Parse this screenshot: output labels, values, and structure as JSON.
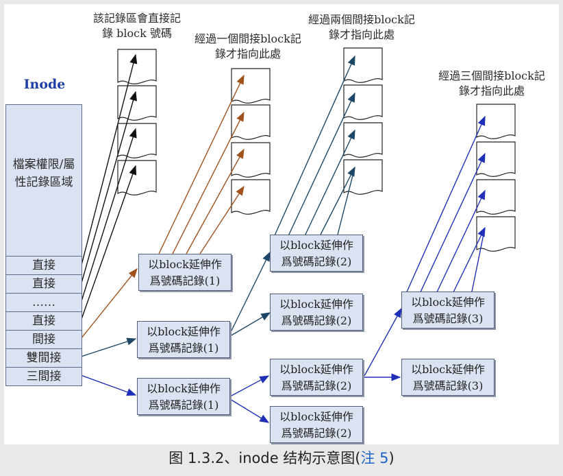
{
  "labels": {
    "direct_blocks": [
      "該記錄區會直接記",
      "錄 block 號碼"
    ],
    "single_indirect": [
      "經過一個間接block記",
      "錄才指向此處"
    ],
    "double_indirect": [
      "經過兩個間接block記",
      "錄才指向此處"
    ],
    "triple_indirect": [
      "經過三個間接block記",
      "錄才指向此處"
    ]
  },
  "inode": {
    "title": "Inode",
    "attr_area": "檔案權限/屬性記錄區域",
    "slots": [
      "直接",
      "直接",
      "……",
      "直接",
      "間接",
      "雙間接",
      "三間接"
    ]
  },
  "record_line1": "以block延伸作",
  "records": {
    "r1": "爲號碼記錄(1)",
    "r2": "爲號碼記錄(1)",
    "r3": "爲號碼記錄(1)",
    "r4": "爲號碼記錄(2)",
    "r5": "爲號碼記錄(2)",
    "r6": "爲號碼記錄(2)",
    "r7": "爲號碼記錄(2)",
    "r8": "爲號碼記錄(3)",
    "r9": "爲號碼記錄(3)"
  },
  "caption": {
    "text": "图 1.3.2、inode 结构示意图(",
    "note": "注 5",
    "close": ")"
  },
  "colors": {
    "direct_arrow": "#111111",
    "single_arrow": "#a0521d",
    "double_arrow": "#1d4766",
    "triple_arrow": "#1f2fb8"
  }
}
